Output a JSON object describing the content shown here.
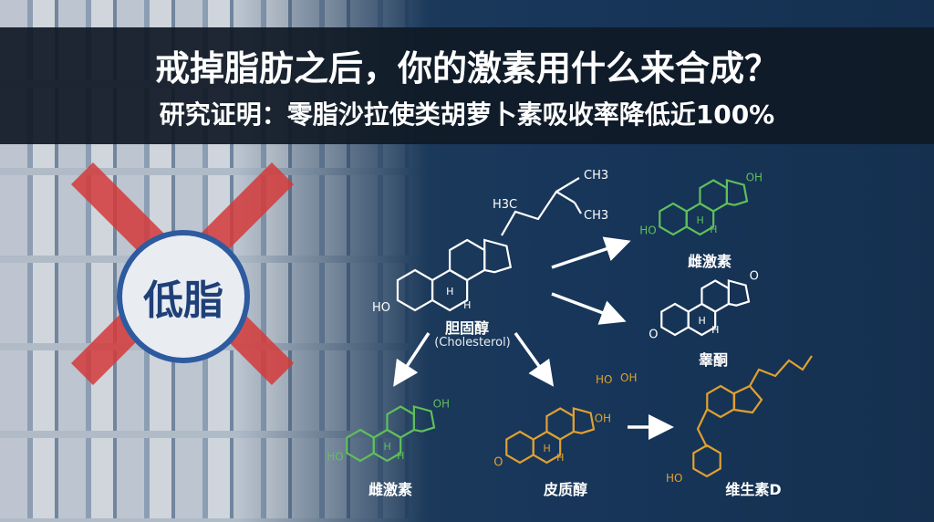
{
  "header": {
    "title": "戒掉脂肪之后，你的激素用什么来合成？",
    "subtitle": "研究证明：零脂沙拉使类胡萝卜素吸收率降低近100%"
  },
  "badge": {
    "text": "低脂",
    "color": "#2e5aa0"
  },
  "cross_color": "#d43a3a",
  "labels": {
    "cholesterol": "胆固醇",
    "cholesterol_en": "(Cholesterol)",
    "estradiol_top": "雌激素",
    "testosterone": "睾酮",
    "estradiol_bottom": "雌激素",
    "cortisol": "皮质醇",
    "vitamin_d": "维生素D"
  },
  "atoms": {
    "ho": "HO",
    "oh": "OH",
    "h": "H",
    "o": "O",
    "ch3": "CH3",
    "h3c": "H3C"
  },
  "colors": {
    "white": "#ffffff",
    "estrogen": "#5fbf5a",
    "cortisol": "#e0a030",
    "vitd": "#e0a030"
  }
}
